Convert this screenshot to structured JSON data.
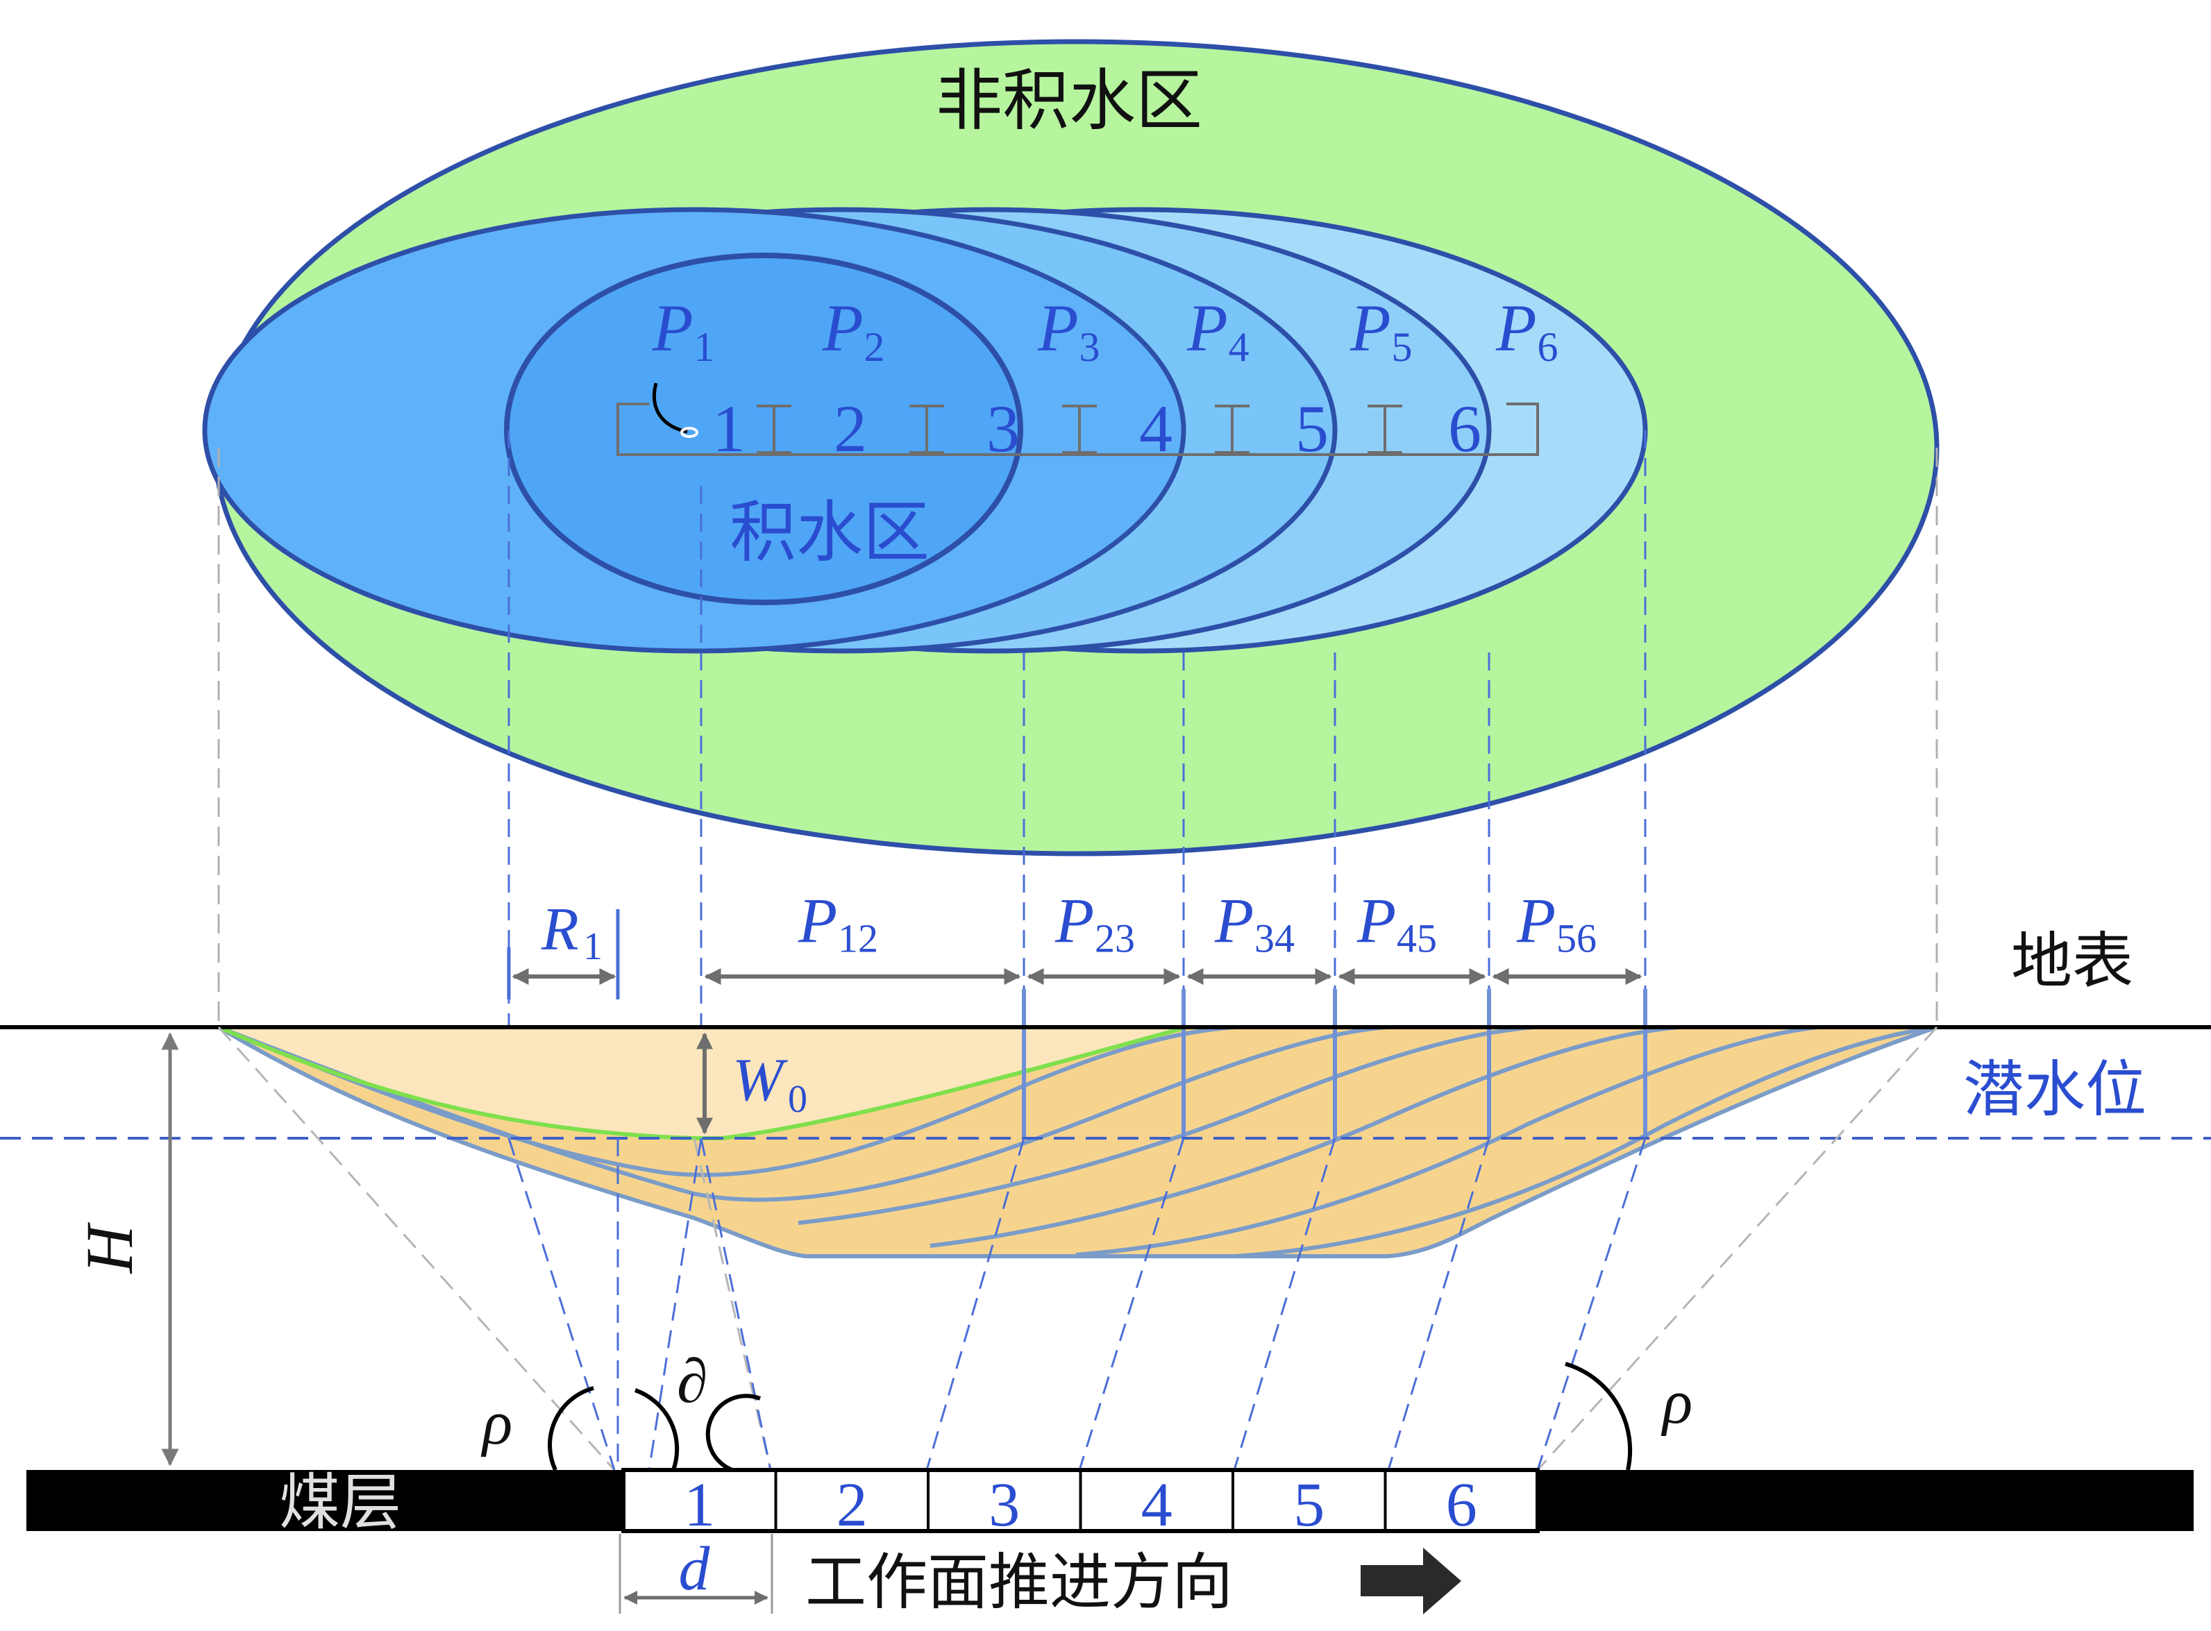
{
  "labels": {
    "non_water_zone": "非积水区",
    "water_zone": "积水区",
    "surface": "地表",
    "water_table": "潜水位",
    "coal_seam": "煤层",
    "advance_direction": "工作面推进方向",
    "H": "H",
    "W0": "W",
    "W0_sub": "0",
    "R1": "R",
    "R1_sub": "1",
    "d": "d",
    "rho": "ρ",
    "partial": "∂"
  },
  "p_labels": [
    {
      "main": "P",
      "sub": "1"
    },
    {
      "main": "P",
      "sub": "2"
    },
    {
      "main": "P",
      "sub": "3"
    },
    {
      "main": "P",
      "sub": "4"
    },
    {
      "main": "P",
      "sub": "5"
    },
    {
      "main": "P",
      "sub": "6"
    }
  ],
  "interval_labels": [
    {
      "main": "P",
      "sub": "12"
    },
    {
      "main": "P",
      "sub": "23"
    },
    {
      "main": "P",
      "sub": "34"
    },
    {
      "main": "P",
      "sub": "45"
    },
    {
      "main": "P",
      "sub": "56"
    }
  ],
  "plan_segments": [
    "1",
    "2",
    "3",
    "4",
    "5",
    "6"
  ],
  "panel_segments": [
    "1",
    "2",
    "3",
    "4",
    "5",
    "6"
  ],
  "colors": {
    "green_fill": "#b6f59e",
    "ellipse_stroke": "#2e4fa8",
    "water_dark": "#4fa6f6",
    "water_mid": "#5fb2f8",
    "water_light": "#a6dcfa",
    "label_blue": "#2a4dd0",
    "subsidence_light": "#fbe6bd",
    "subsidence_dark": "#f7d48e",
    "subsidence_line": "#7b9cc8",
    "green_curve": "#7ee04c",
    "coal": "#000000"
  }
}
